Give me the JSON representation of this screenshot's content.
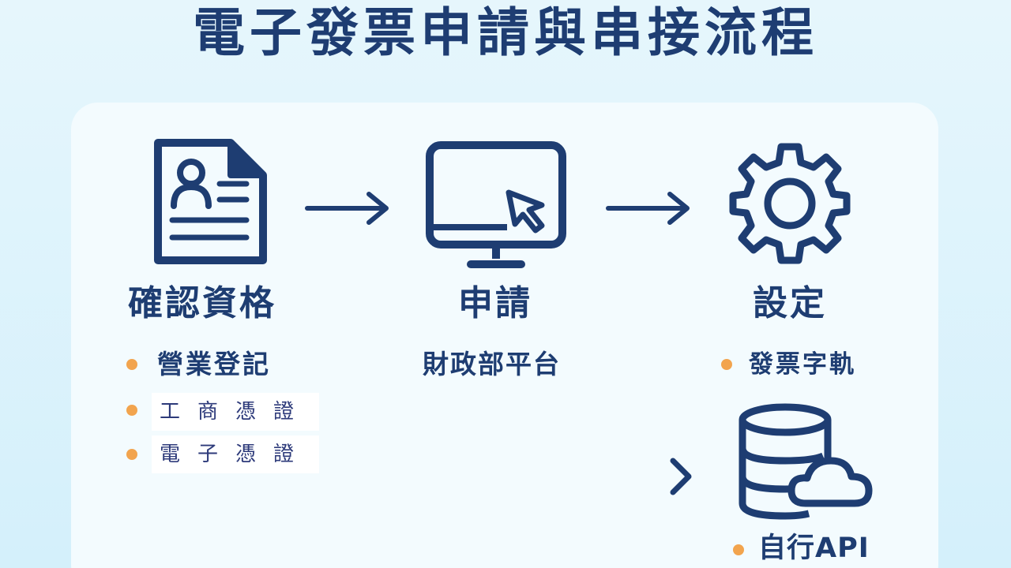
{
  "title": "電子發票申請與串接流程",
  "colors": {
    "primary": "#1e3d72",
    "bullet": "#f2a44e",
    "panel": "#f3fbfe"
  },
  "steps": [
    {
      "label": "確認資格",
      "icon": "id-document-icon",
      "items": [
        "營業登記",
        "工商憑證",
        "電子憑證"
      ]
    },
    {
      "label": "申請",
      "icon": "monitor-cursor-icon",
      "sublabel": "財政部平台"
    },
    {
      "label": "設定",
      "icon": "gear-icon",
      "items": [
        "發票字軌"
      ]
    }
  ],
  "api_branch": {
    "icon": "database-cloud-icon",
    "label": "自行API"
  }
}
